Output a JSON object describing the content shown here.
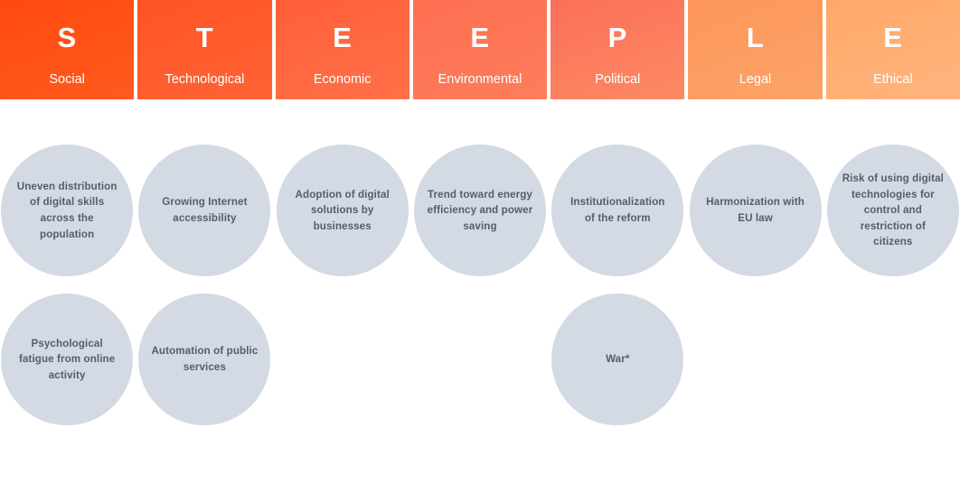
{
  "meta": {
    "framework": "STEEPLE",
    "background_color": "#ffffff",
    "bubble_color": "#d3dae3",
    "bubble_text_color": "#545e6b",
    "header_text_color": "#ffffff"
  },
  "header": {
    "cells": [
      {
        "letter": "S",
        "label": "Social",
        "color_start": "#ff4a0f",
        "color_end": "#ff5a1e"
      },
      {
        "letter": "T",
        "label": "Technological",
        "color_start": "#ff5425",
        "color_end": "#ff6334"
      },
      {
        "letter": "E",
        "label": "Economic",
        "color_start": "#ff5f38",
        "color_end": "#ff7049"
      },
      {
        "letter": "E",
        "label": "Environmental",
        "color_start": "#fd6f50",
        "color_end": "#fd7d5c"
      },
      {
        "letter": "P",
        "label": "Political",
        "color_start": "#fb6f5a",
        "color_end": "#fd8a63"
      },
      {
        "letter": "L",
        "label": "Legal",
        "color_start": "#fd9659",
        "color_end": "#fda368"
      },
      {
        "letter": "E",
        "label": "Ethical",
        "color_start": "#ffa868",
        "color_end": "#ffb47e"
      }
    ]
  },
  "rows": [
    {
      "row_index": 1,
      "bubbles": [
        {
          "column": "Social",
          "text": "Uneven distribution of digital skills across the population"
        },
        {
          "column": "Technological",
          "text": "Growing Internet accessibility"
        },
        {
          "column": "Economic",
          "text": "Adoption of digital solutions by businesses"
        },
        {
          "column": "Environmental",
          "text": "Trend toward energy efficiency and power saving"
        },
        {
          "column": "Political",
          "text": "Institutionalization of the reform"
        },
        {
          "column": "Legal",
          "text": "Harmonization with EU law"
        },
        {
          "column": "Ethical",
          "text": "Risk of using digital technologies for control and restriction of citizens"
        }
      ]
    },
    {
      "row_index": 2,
      "bubbles": [
        {
          "column": "Social",
          "text": "Psychological fatigue from online activity"
        },
        {
          "column": "Technological",
          "text": "Automation of public services"
        },
        {
          "column": "Economic",
          "text": ""
        },
        {
          "column": "Environmental",
          "text": ""
        },
        {
          "column": "Political",
          "text": "War*"
        },
        {
          "column": "Legal",
          "text": ""
        },
        {
          "column": "Ethical",
          "text": ""
        }
      ]
    }
  ]
}
